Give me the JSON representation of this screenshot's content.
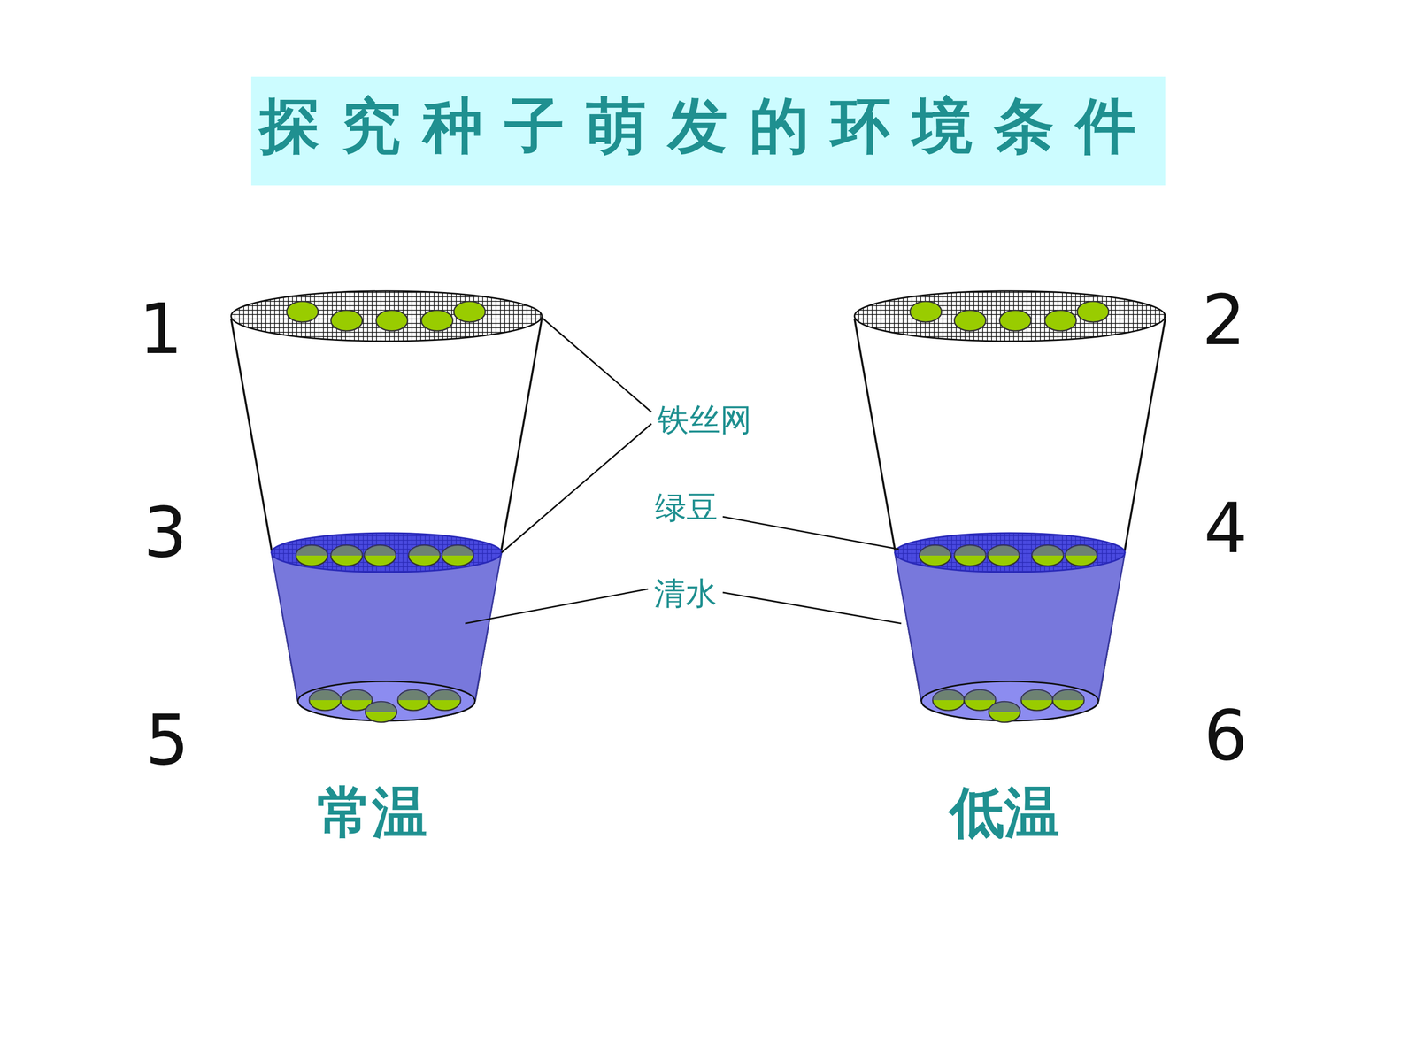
{
  "diagram": {
    "title": "探究种子萌发的环境条件",
    "labels": [
      "1",
      "2",
      "3",
      "铁丝网",
      "绿豆",
      "4",
      "清水",
      "5",
      "6",
      "常温",
      "低温"
    ]
  }
}
